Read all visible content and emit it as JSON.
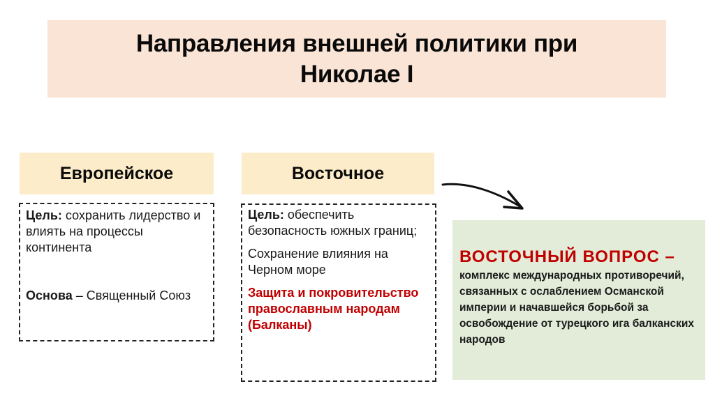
{
  "title": {
    "line1": "Направления внешней политики при",
    "line2": "Николае I"
  },
  "european": {
    "header": "Европейское",
    "goal_label": "Цель:",
    "goal_text": " сохранить лидерство и влиять на процессы континента",
    "basis_label": "Основа",
    "basis_text": " – Священный Союз"
  },
  "eastern": {
    "header": "Восточное",
    "goal_label": "Цель:",
    "goal_text": " обеспечить безопасность южных границ;",
    "influence_text": "Сохранение влияния на Черном море",
    "protection_text": "Защита и покровительство православным народам (Балканы)"
  },
  "eastern_question": {
    "term": "ВОСТОЧНЫЙ ВОПРОС –",
    "definition": "комплекс международных противоречий, связанных с ослаблением Османской империи и начавшейся борьбой за освобождение от турецкого ига балканских народов"
  },
  "colors": {
    "title_bg": "#fae4d6",
    "header_bg": "#fcecc9",
    "green_bg": "#e2ecd8",
    "accent_red": "#c00000"
  }
}
